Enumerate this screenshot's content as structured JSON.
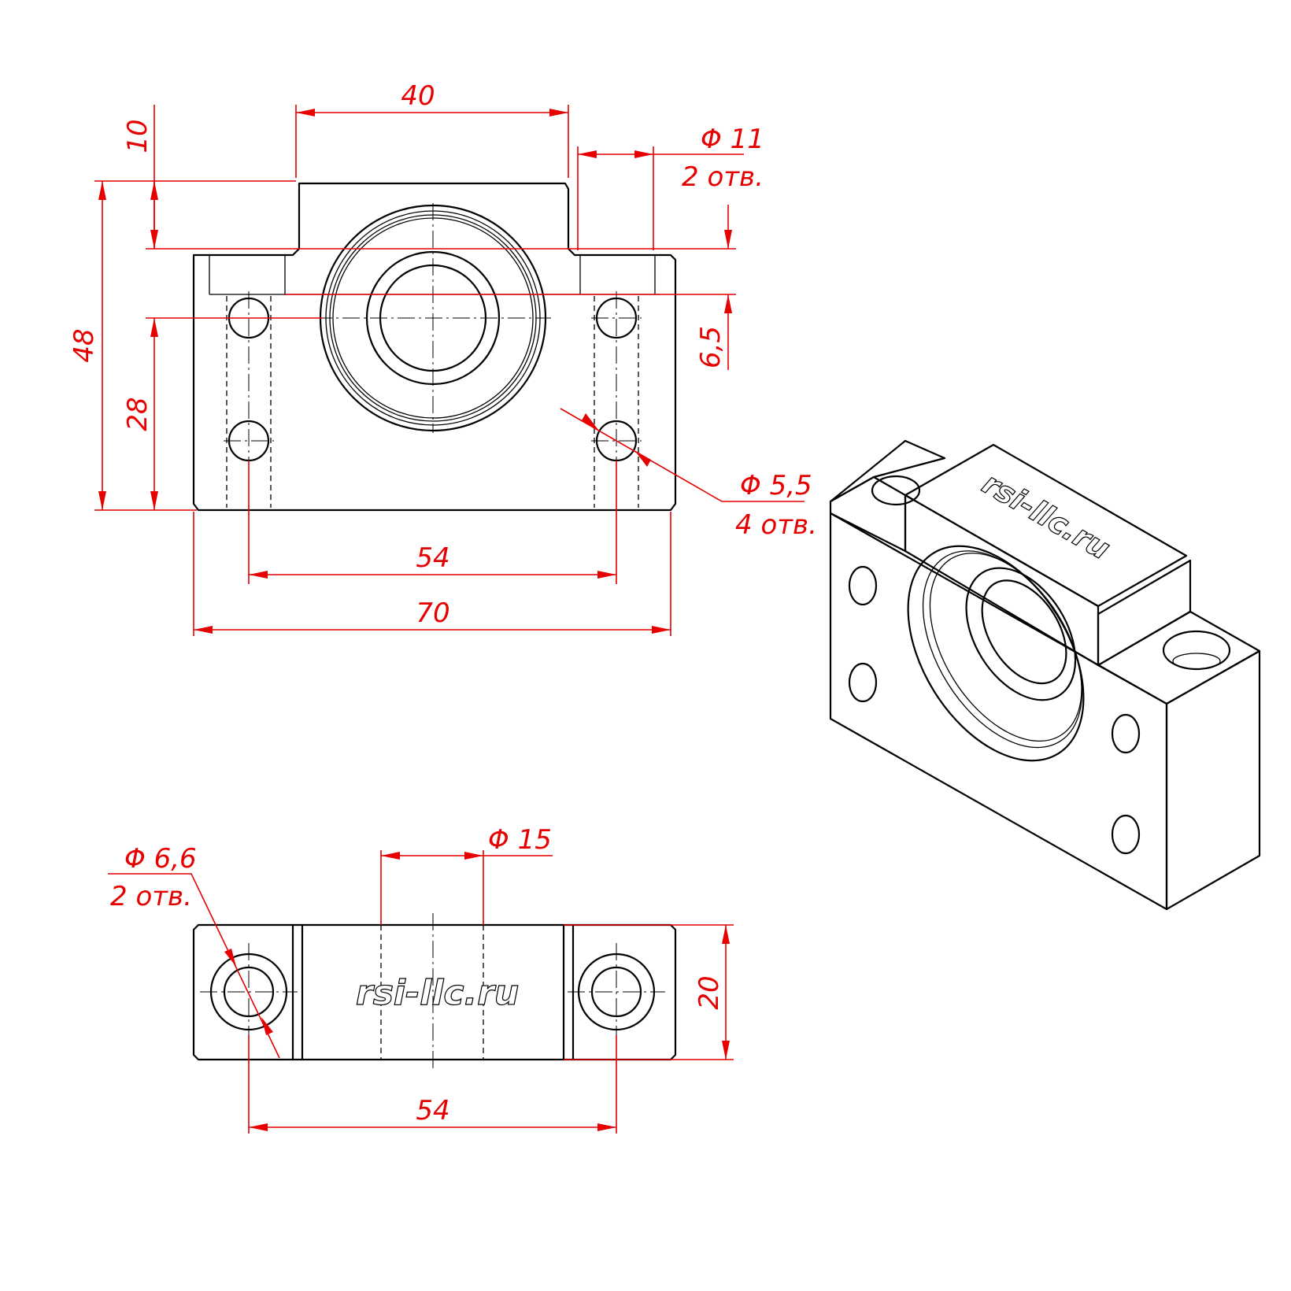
{
  "colors": {
    "dimension": "#e60000",
    "outline": "#000000",
    "background": "#ffffff"
  },
  "front_view": {
    "dim_width_top": "40",
    "dim_top_step": "10",
    "dim_total_height": "48",
    "dim_center_height": "28",
    "dim_slot": "6,5",
    "dim_counterbore": "Φ 11",
    "dim_counterbore_qty": "2 отв.",
    "dim_hole": "Φ 5,5",
    "dim_hole_qty": "4 отв.",
    "dim_hole_spacing": "54",
    "dim_overall_width": "70"
  },
  "top_view": {
    "dim_hole": "Φ 6,6",
    "dim_hole_qty": "2 отв.",
    "dim_bore": "Φ 15",
    "dim_depth": "20",
    "dim_hole_spacing": "54",
    "logo_text": "rsi-llc.ru"
  },
  "iso_view": {
    "logo_text": "rsi-llc.ru"
  }
}
